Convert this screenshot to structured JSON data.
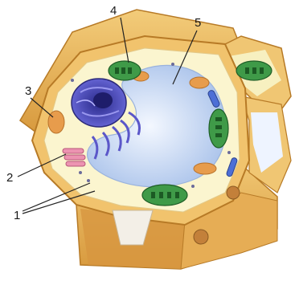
{
  "labels": [
    {
      "id": "1",
      "text": "1"
    },
    {
      "id": "2",
      "text": "2"
    },
    {
      "id": "3",
      "text": "3"
    },
    {
      "id": "4",
      "text": "4"
    },
    {
      "id": "5",
      "text": "5"
    }
  ],
  "colors": {
    "cell_wall": "#e8b85c",
    "cell_wall_dark": "#c98a2e",
    "cytoplasm": "#fbf5cf",
    "vacuole": "#cfe0f7",
    "nucleus": "#4a45b8",
    "chloroplast": "#2f7d3a",
    "mitochondria": "#e59a4a",
    "golgi": "#e88aa8",
    "leader_line": "#222222"
  }
}
